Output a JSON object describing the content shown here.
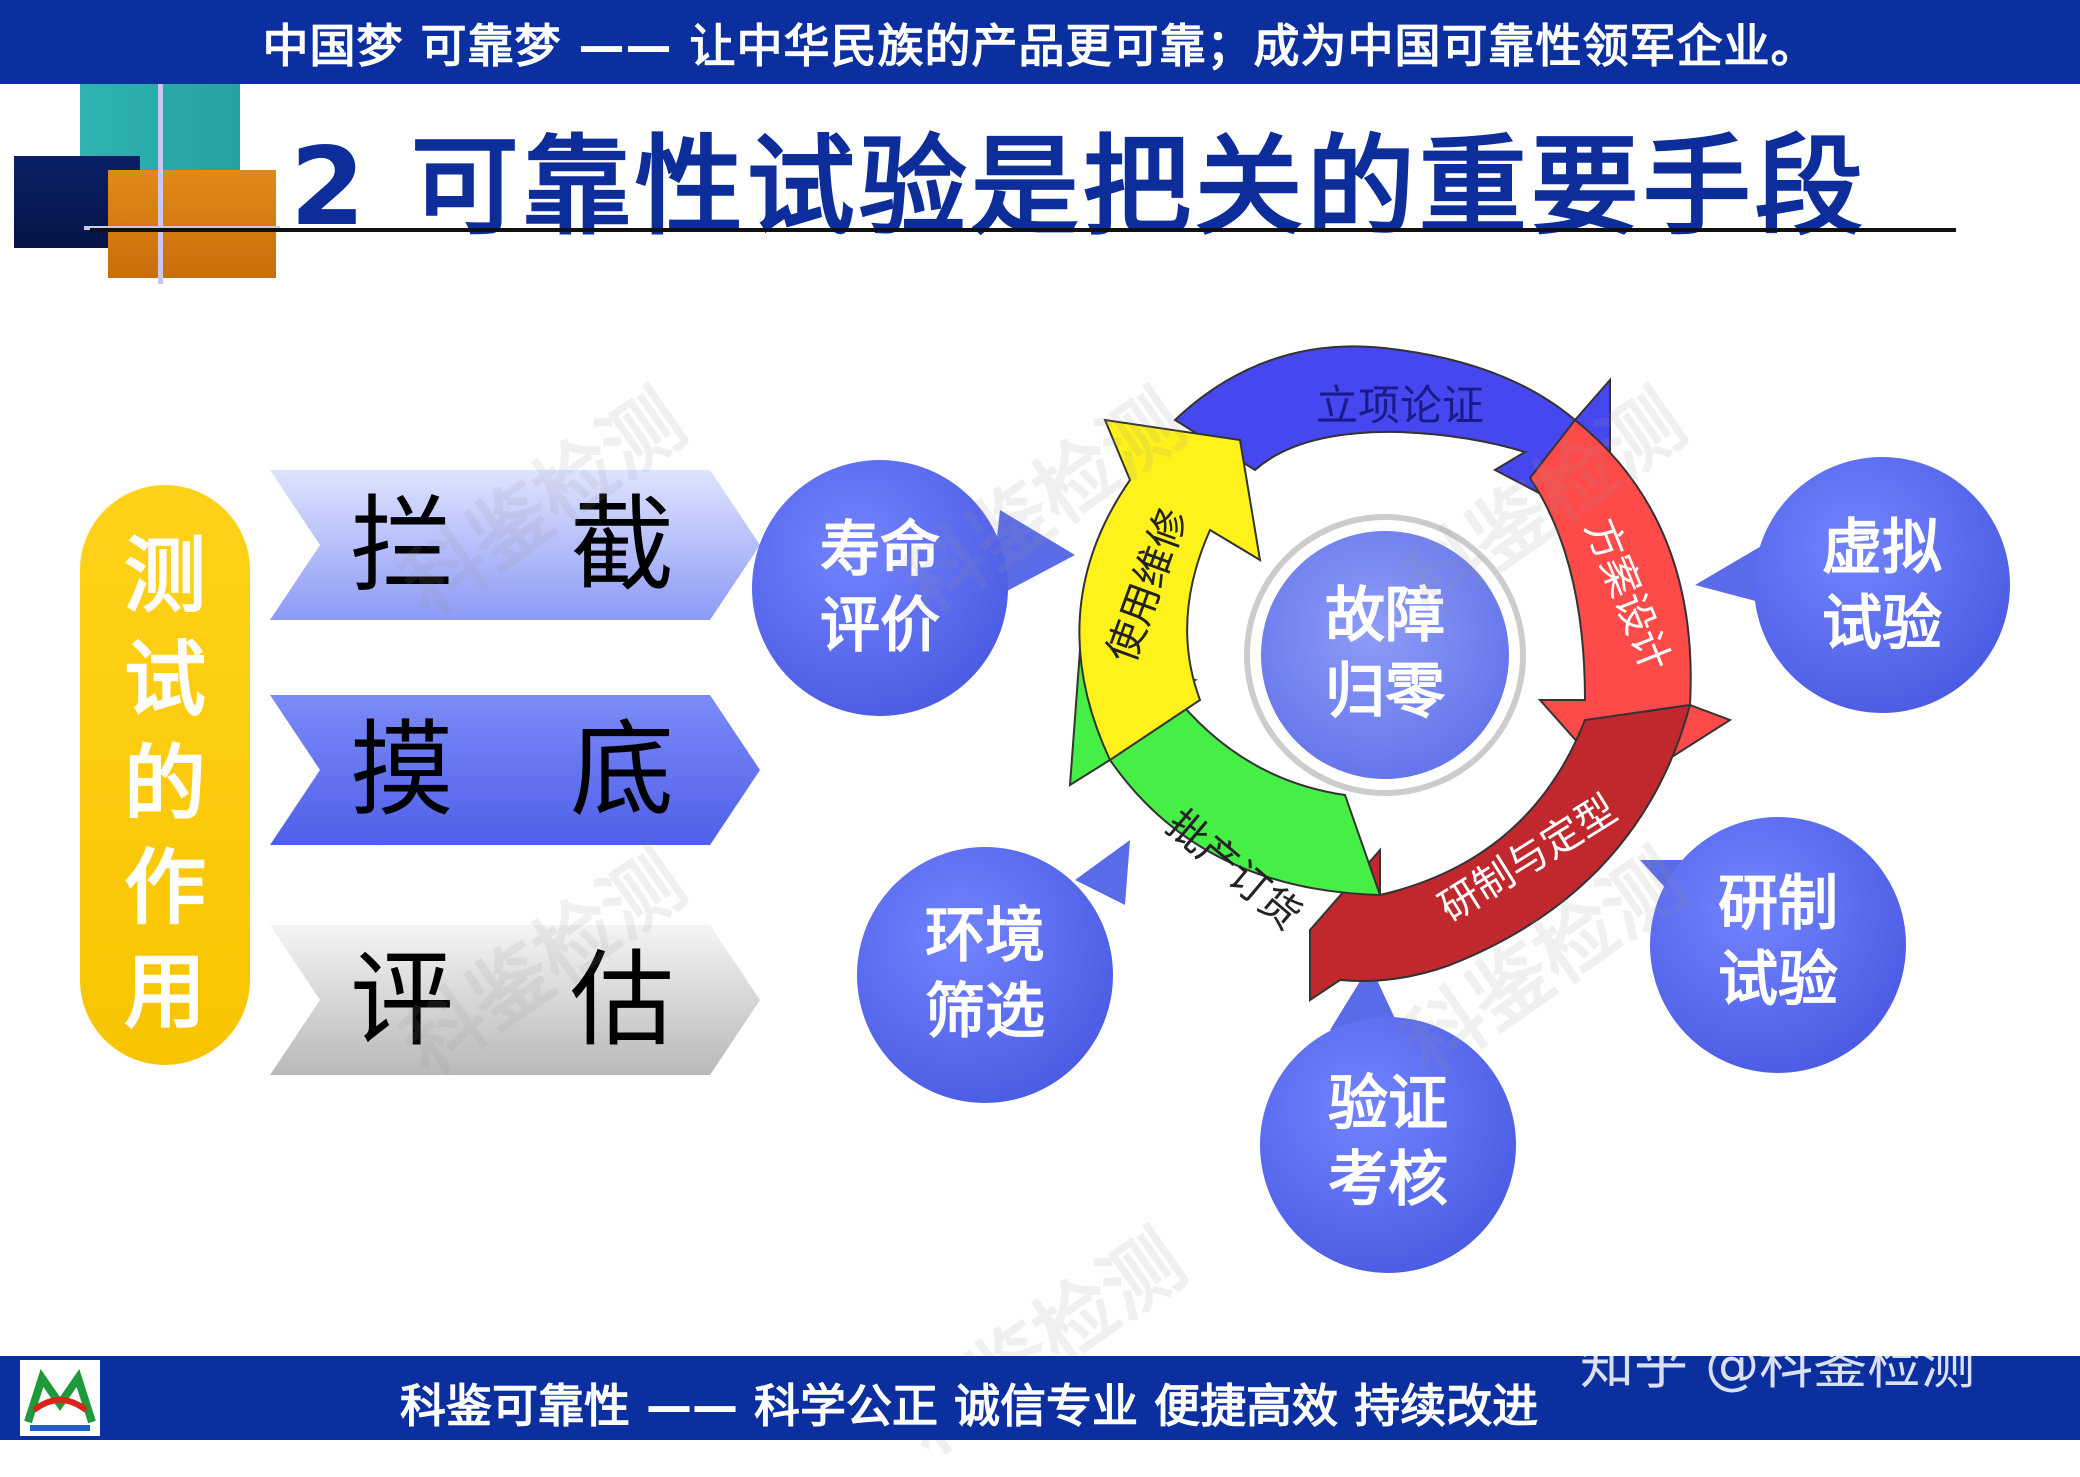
{
  "header": {
    "banner": "中国梦  可靠梦 —— 让中华民族的产品更可靠；成为中国可靠性领军企业。"
  },
  "title": "2 可靠性试验是把关的重要手段",
  "side_pill": {
    "chars": [
      "测",
      "试",
      "的",
      "作",
      "用"
    ]
  },
  "chevrons": [
    {
      "c1": "拦",
      "c2": "截",
      "tone": "light-blue"
    },
    {
      "c1": "摸",
      "c2": "底",
      "tone": "blue"
    },
    {
      "c1": "评",
      "c2": "估",
      "tone": "gray"
    }
  ],
  "cycle": {
    "center": [
      "故障",
      "归零"
    ],
    "segments": [
      {
        "label": "立项论证",
        "color": "#4747f0"
      },
      {
        "label": "方案设计",
        "color": "#ff4a4a"
      },
      {
        "label": "研制与定型",
        "color": "#c0282e"
      },
      {
        "label": "批产订货",
        "color": "#46ef46"
      },
      {
        "label": "使用维修",
        "color": "#fff21a"
      }
    ]
  },
  "callouts": [
    {
      "l1": "寿命",
      "l2": "评价"
    },
    {
      "l1": "虚拟",
      "l2": "试验"
    },
    {
      "l1": "研制",
      "l2": "试验"
    },
    {
      "l1": "验证",
      "l2": "考核"
    },
    {
      "l1": "环境",
      "l2": "筛选"
    }
  ],
  "footer": {
    "slogan": "科鉴可靠性 —— 科学公正   诚信专业  便捷高效   持续改进",
    "credit": "知乎 @科鉴检测"
  },
  "watermark_text": "科鉴检测",
  "colors": {
    "bar": "#0b2f9e",
    "title": "#0d2d9b",
    "pill": "#f8c400",
    "bubble": "#5b6ef0"
  }
}
